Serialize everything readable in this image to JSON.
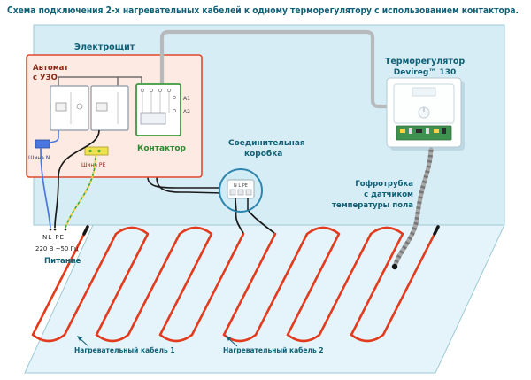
{
  "title": "Схема подключения 2-х нагревательных кабелей к одному терморегулятору с использованием контактора.",
  "panel": {
    "label": "Электрощит",
    "breaker_line1": "Автомат",
    "breaker_line2": "с УЗО",
    "contactor_label": "Контактор",
    "bus_n": "Шина N",
    "bus_pe": "Шина PE",
    "a1": "A1",
    "a2": "A2"
  },
  "power": {
    "terminals": "NL PE",
    "voltage": "220 В ~50 Гц",
    "label": "Питание"
  },
  "junction_box": {
    "label_line1": "Соединительная",
    "label_line2": "коробка",
    "terminals": "N L PE"
  },
  "thermostat": {
    "name": "Терморегулятор",
    "model": "Devireg™ 130"
  },
  "conduit": {
    "line1": "Гофротрубка",
    "line2": "с датчиком",
    "line3": "температуры пола"
  },
  "floor": {
    "cable1_label": "Нагревательный кабель 1",
    "cable2_label": "Нагревательный кабель 2"
  },
  "colors": {
    "accent": "#0f5f75",
    "heating_cable": "#e23b1e",
    "panel_border": "#e0482e",
    "panel_fill": "#fdeae3",
    "contactor_green": "#3a9a3c",
    "wall_fill": "#d7edf5",
    "floor_fill": "#e4f4fa",
    "cable_gray": "#b7babc",
    "wire_blue": "#4a77dd",
    "wire_green": "#3faa3c",
    "wire_yellow": "#ffd23e",
    "wire_black": "#1a1a1a"
  }
}
